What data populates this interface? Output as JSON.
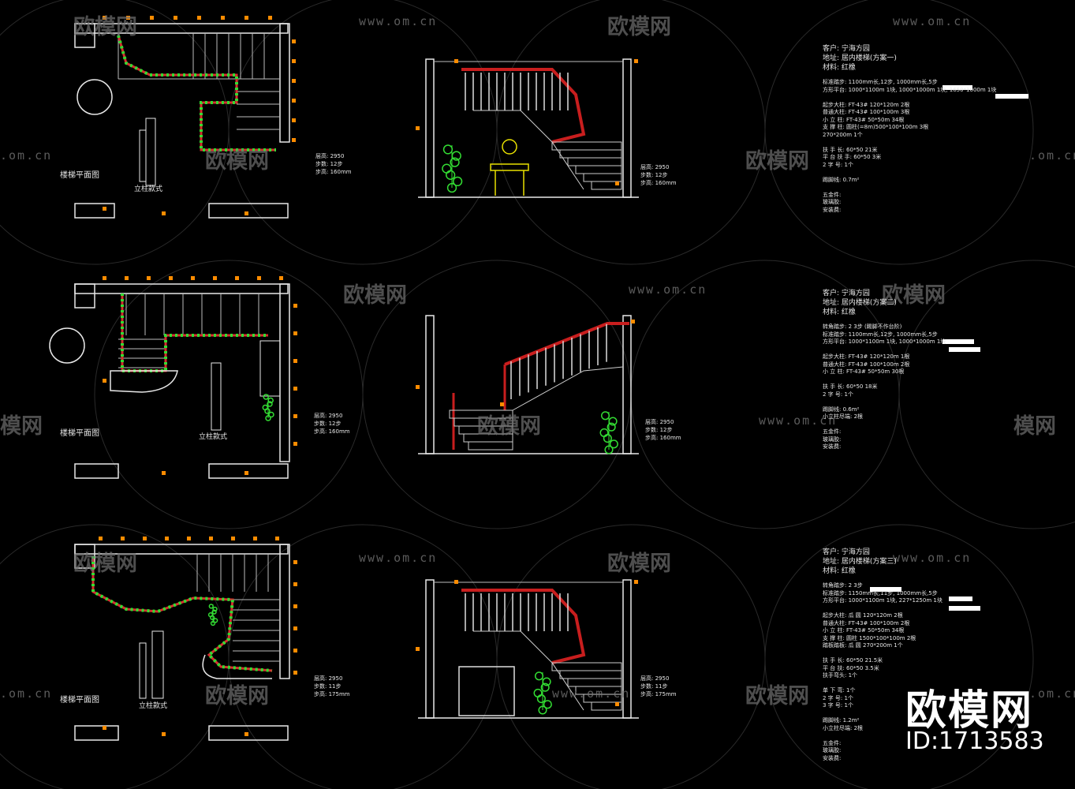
{
  "watermarks": {
    "url": "www.om.cn",
    "url_alt": ".om.cn",
    "brand_cn": "欧模网",
    "brand_partial": "模网"
  },
  "brand": {
    "name": "欧模网",
    "id": "ID:1713583"
  },
  "colors": {
    "background": "#000000",
    "wall": "#e8e8e8",
    "dim_marker": "#ff8c00",
    "handrail": "#c81e1e",
    "plant": "#33dd33",
    "gold": "#e8e000",
    "note_highlight": "#3dff3d"
  },
  "panels": [
    {
      "plan_label": "楼梯平面图",
      "post_label": "立柱款式",
      "dims": [
        "层高: 2950",
        "步数: 12步",
        "步高: 160mm"
      ],
      "notes": [
        "客户: 宁海方园",
        "地址: 居内楼梯(方案一)",
        "材料: 红橡"
      ],
      "specs": [
        "标准踏步: 1100mm长,12步, 1000mm长,5步",
        "方形平台: 1000*1100m 1块, 1000*1000m 1块, 1650*1000m 1块",
        "",
        "起步大柱: FT-43# 120*120m 2根",
        "普通大柱: FT-43# 100*100m 3根",
        "小 立 柱: FT-43#  50*50m 34根",
        "支 撑 柱: 圆柱(=8m)500*100*100m 3根",
        "          270*200m 1个",
        "",
        "扶 手 长: 60*50  21米",
        "平 台 扶 手: 60*50  3米",
        "2 字 号: 1个",
        "",
        "踢脚线: 0.7m²",
        "",
        "五金件:",
        "玻璃胶:",
        "安装费:"
      ]
    },
    {
      "plan_label": "楼梯平面图",
      "post_label": "立柱款式",
      "dims": [
        "层高: 2950",
        "步数: 12步",
        "步高: 160mm"
      ],
      "notes": [
        "客户: 宁海方园",
        "地址: 居内楼梯(方案二)",
        "材料: 红橡"
      ],
      "specs": [
        "转角踏步: 2 3步   (踢脚不作台阶)",
        "标准踏步: 1100mm长,12步, 1000mm长,5步",
        "方形平台: 1000*1100m 1块, 1000*1000m 1块",
        "",
        "起步大柱: FT-43# 120*120m 1根",
        "普通大柱: FT-43# 100*100m 2根",
        "小 立 柱: FT-43#  50*50m 30根",
        "",
        "扶 手 长: 60*50  18米",
        "2 字 号: 1个",
        "",
        "踢脚线: 0.6m²",
        "小立柱尽端: 2根",
        "",
        "五金件:",
        "玻璃胶:",
        "安装费:"
      ]
    },
    {
      "plan_label": "楼梯平面图",
      "post_label": "立柱款式",
      "dims": [
        "层高: 2950",
        "步数: 11步",
        "步高: 175mm"
      ],
      "notes": [
        "客户: 宁海方园",
        "地址: 居内楼梯(方案三)",
        "材料: 红橡"
      ],
      "specs": [
        "转角踏步: 2 3步",
        "标准踏步: 1150mm长,11步, 1000mm长,5步",
        "方形平台: 1000*1100m 1块, 227*1250m 1块",
        "",
        "起步大柱: 瓜 圆  120*120m 2根",
        "普通大柱: FT-43# 100*100m 2根",
        "小 立 柱: FT-43#  50*50m 34根",
        "支 撑 柱: 圆柱  1500*100*100m 2根",
        "踏板踏板: 瓜 圆  270*200m 1个",
        "",
        "扶 手 长: 60*50  21.5米",
        "平 台 扶: 60*50  3.5米",
        "扶手弯头: 1个",
        "",
        "单 下 弯: 1个",
        "2 字 号: 1个",
        "3 字 号: 1个",
        "",
        "踢脚线: 1.2m²",
        "小立柱尽端: 2根",
        "",
        "五金件:",
        "玻璃胶:",
        "安装费:"
      ]
    }
  ]
}
